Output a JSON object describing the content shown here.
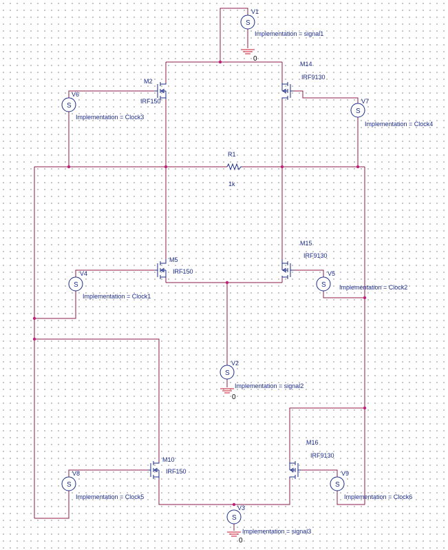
{
  "colors": {
    "wire": "#8b1a4a",
    "component": "#1a2a8a",
    "junction": "#c0207a",
    "ground": "#c8102e",
    "grid_dot": "#b4b4b4"
  },
  "sources": {
    "V1": {
      "name": "V1",
      "impl": "Implementation = signal1"
    },
    "V2": {
      "name": "V2",
      "impl": "Implementation = signal2"
    },
    "V3": {
      "name": "V3",
      "impl": "Implementation = signal3"
    },
    "V4": {
      "name": "V4",
      "impl": "Implementation = Clock1"
    },
    "V5": {
      "name": "V5",
      "impl": "Implementation = Clock2"
    },
    "V6": {
      "name": "V6",
      "impl": "Implementation = Clock3"
    },
    "V7": {
      "name": "V7",
      "impl": "Implementation = Clock4"
    },
    "V8": {
      "name": "V8",
      "impl": "Implementation = Clock5"
    },
    "V9": {
      "name": "V9",
      "impl": "Implementation = Clock6"
    },
    "glyph": "S"
  },
  "transistors": {
    "M2": {
      "name": "M2",
      "model": "IRF150"
    },
    "M5": {
      "name": "M5",
      "model": "IRF150"
    },
    "M10": {
      "name": "M10",
      "model": "IRF150"
    },
    "M14": {
      "name": "M14",
      "model": "IRF9130"
    },
    "M15": {
      "name": "M15",
      "model": "IRF9130"
    },
    "M16": {
      "name": "M16",
      "model": "IRF9130"
    }
  },
  "resistor": {
    "name": "R1",
    "value": "1k"
  },
  "ground_label": "0"
}
